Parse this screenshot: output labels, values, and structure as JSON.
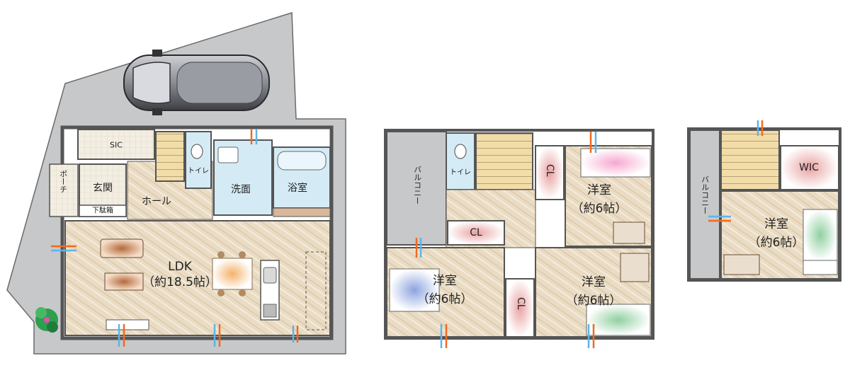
{
  "colors": {
    "wall": "#555555",
    "site": "#c7c8ca",
    "floor_wood": "#e9dcc6",
    "wet_area": "#d4ebf5",
    "tile": "#f3eee2",
    "stairs": "#f2dca8",
    "wardrobe_pink": "#f3d6d6",
    "air_orange": "#f26a21",
    "air_blue": "#5fb4e6",
    "plant_green": "#2e9e4f"
  },
  "floor1": {
    "sic": "SIC",
    "genkan": "玄関",
    "shoe_box": "下駄箱",
    "porch": "ポーチ",
    "hall": "ホール",
    "toilet": "トイレ",
    "senmen": "洗面",
    "bath": "浴室",
    "ldk_name": "LDK",
    "ldk_size": "（約18.5帖）"
  },
  "floor2": {
    "balcony": "バルコニー",
    "toilet": "トイレ",
    "cl_top": "CL",
    "cl_mid": "CL",
    "cl_bottom": "CL",
    "room_ne_name": "洋室",
    "room_ne_size": "（約6帖）",
    "room_sw_name": "洋室",
    "room_sw_size": "（約6帖）",
    "room_se_name": "洋室",
    "room_se_size": "（約6帖）"
  },
  "floor3": {
    "balcony": "バルコニー",
    "wic": "WIC",
    "room_name": "洋室",
    "room_size": "（約6帖）"
  }
}
